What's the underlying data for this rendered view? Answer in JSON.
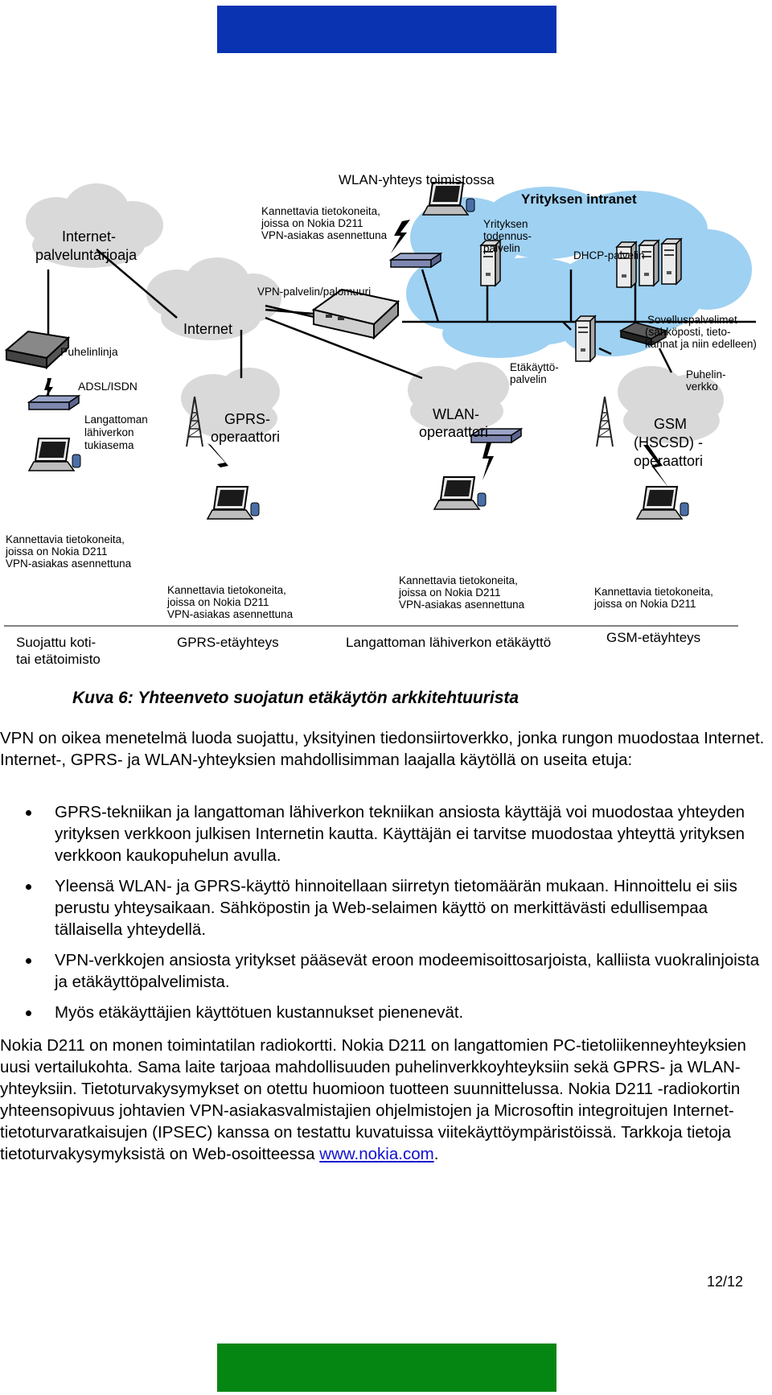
{
  "diagram": {
    "titles": {
      "wlan_office": "WLAN-yhteys toimistossa",
      "intranet": "Yrityksen intranet"
    },
    "labels": {
      "isp_1": "Internet-",
      "isp_2": "palveluntarjoaja",
      "internet": "Internet",
      "phone_line": "Puhelinlinja",
      "adsl": "ADSL/ISDN",
      "ap_1": "Langattoman",
      "ap_2": "lähiverkon",
      "ap_3": "tukiasema",
      "gprs_1": "GPRS-",
      "gprs_2": "operaattori",
      "wlan_op_1": "WLAN-",
      "wlan_op_2": "operaattori",
      "gsm_1": "GSM",
      "gsm_2": "(HSCSD) -",
      "gsm_3": "operaattori",
      "vpn_server": "VPN-palvelin/palomuuri",
      "auth_1": "Yrityksen",
      "auth_2": "todennus-",
      "auth_3": "palvelin",
      "dhcp": "DHCP-palvelin",
      "app_1": "Sovelluspalvelimet",
      "app_2": "(sähköposti, tieto-",
      "app_3": "kannat ja niin edelleen)",
      "remote_1": "Etäkäyttö-",
      "remote_2": "palvelin",
      "phone_net_1": "Puhelin-",
      "phone_net_2": "verkko",
      "office_laptops_1": "Kannettavia tietokoneita,",
      "office_laptops_2": "joissa on Nokia D211",
      "office_laptops_3": "VPN-asiakas asennettuna",
      "home_laptops_1": "Kannettavia tietokoneita,",
      "home_laptops_2": "joissa on Nokia D211",
      "home_laptops_3": "VPN-asiakas asennettuna",
      "gprs_laptops_1": "Kannettavia tietokoneita,",
      "gprs_laptops_2": "joissa on Nokia D211",
      "gprs_laptops_3": "VPN-asiakas asennettuna",
      "wlan_laptops_1": "Kannettavia tietokoneita,",
      "wlan_laptops_2": "joissa on Nokia D211",
      "wlan_laptops_3": "VPN-asiakas asennettuna",
      "gsm_laptops_1": "Kannettavia tietokoneita,",
      "gsm_laptops_2": "joissa on Nokia D211"
    },
    "bottom": {
      "home_1": "Suojattu koti-",
      "home_2": "tai etätoimisto",
      "gprs": "GPRS-etäyhteys",
      "wlan": "Langattoman lähiverkon etäkäyttö",
      "gsm": "GSM-etäyhteys"
    },
    "colors": {
      "cloud_gray": "#d9d9d9",
      "intranet_blue": "#9fd1f2"
    }
  },
  "caption": "Kuva 6: Yhteenveto suojatun etäkäytön arkkitehtuurista",
  "intro": "VPN on oikea menetelmä luoda suojattu, yksityinen tiedonsiirtoverkko, jonka rungon muodostaa Internet. Internet-, GPRS- ja WLAN-yhteyksien mahdollisimman laajalla käytöllä on useita etuja:",
  "bullets": [
    "GPRS-tekniikan ja langattoman lähiverkon tekniikan ansiosta käyttäjä voi muodostaa yhteyden yrityksen verkkoon julkisen Internetin kautta. Käyttäjän ei tarvitse muodostaa yhteyttä yrityksen verkkoon kaukopuhelun avulla.",
    "Yleensä WLAN- ja GPRS-käyttö hinnoitellaan siirretyn tietomäärän mukaan. Hinnoittelu ei siis perustu yhteysaikaan. Sähköpostin ja Web-selaimen käyttö on merkittävästi edullisempaa tällaisella yhteydellä.",
    "VPN-verkkojen ansiosta yritykset pääsevät eroon modeemisoittosarjoista, kalliista vuokralinjoista ja etäkäyttöpalvelimista.",
    "Myös etäkäyttäjien käyttötuen kustannukset pienenevät."
  ],
  "closing": "Nokia D211 on monen toimintatilan radiokortti. Nokia D211 on langattomien PC-tietoliikenneyhteyksien uusi vertailukohta. Sama laite tarjoaa mahdollisuuden puhelinverkkoyhteyksiin sekä GPRS- ja WLAN-yhteyksiin. Tietoturvakysymykset on otettu huomioon tuotteen suunnittelussa. Nokia D211 -radiokortin yhteensopivuus johtavien VPN-asiakasvalmistajien ohjelmistojen ja Microsoftin integroitujen Internet-tietoturvaratkaisujen (IPSEC) kanssa on testattu kuvatuissa viitekäyttöympäristöissä. Tarkkoja tietoja tietoturvakysymyksistä on Web-osoitteessa",
  "link": "www.nokia.com",
  "closing_end": ".",
  "page_number": "12/12"
}
